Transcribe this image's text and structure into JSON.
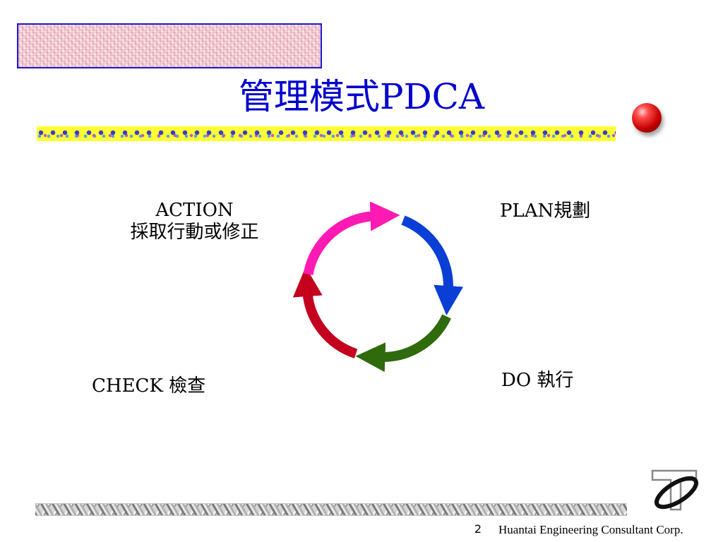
{
  "slide": {
    "title": "管理模式PDCA"
  },
  "cycle": {
    "action_title": "ACTION",
    "action_desc": "採取行動或修正",
    "plan": "PLAN規劃",
    "do": "DO 執行",
    "check": "CHECK 檢查"
  },
  "colors": {
    "title": "#0000cc",
    "plan_arrow": "#0a3fd6",
    "do_arrow": "#2f6a0c",
    "check_arrow": "#c4001e",
    "action_arrow": "#ff1ab4",
    "floral_band": "#ffff33"
  },
  "footer": {
    "page_number": "2",
    "company": "Huantai Engineering Consultant Corp."
  }
}
